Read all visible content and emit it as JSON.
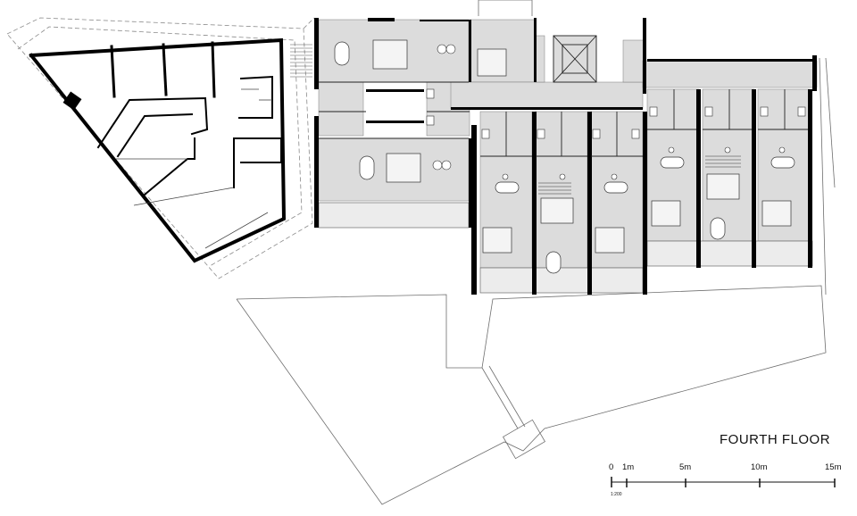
{
  "drawing": {
    "title": "FOURTH FLOOR",
    "scale_ratio": "1:200",
    "scale_ticks": [
      "0",
      "1m",
      "5m",
      "10m",
      "15m"
    ],
    "colors": {
      "room_fill": "#dcdcdc",
      "wall": "#000000",
      "outline": "#6e6e6e",
      "dashed": "#8a8a8a",
      "background": "#ffffff"
    }
  }
}
